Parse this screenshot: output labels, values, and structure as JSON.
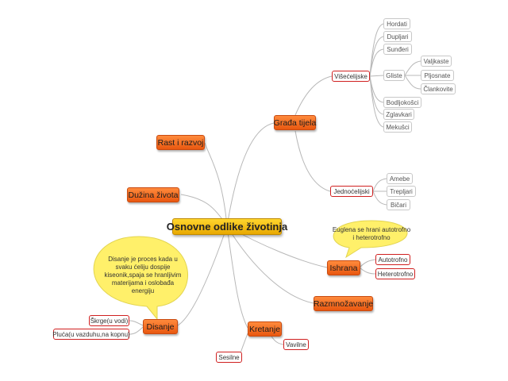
{
  "root": "Osnovne odlike životinja",
  "main": {
    "grada": "Građa tijela",
    "rast": "Rast i razvoj",
    "duzina": "Dužina života",
    "ishrana": "Ishrana",
    "razmnozavanje": "Razmnožavanje",
    "kretanje": "Kretanje",
    "disanje": "Disanje"
  },
  "grada": {
    "visecelijske": "Višećelijske",
    "jednocelijski": "Jednoćelijski",
    "hordati": "Hordati",
    "dupljari": "Dupljari",
    "sunderi": "Sunđeri",
    "gliste": "Gliste",
    "valjkaste": "Valjkaste",
    "pljosnate": "Pljosnate",
    "clankovite": "Člankovite",
    "bodljokosci": "Bodljokošci",
    "zglavkari": "Zglavkari",
    "mekusci": "Mekušci",
    "amebe": "Amebe",
    "trepljari": "Trepljari",
    "bicari": "Bičari"
  },
  "ishrana": {
    "callout": "Euglena se hrani autotrofno i heterotrofno",
    "autotrofno": "Autotrofno",
    "heterotrofno": "Heterotrofno"
  },
  "kretanje": {
    "vavilne": "Vavilne",
    "sesilne": "Sesilne"
  },
  "disanje": {
    "callout": "Disanje je proces kada u svaku ćeliju dospije kiseonik,spaja se hranljivim materijama i oslobađa energiju",
    "skrge": "Škrge(u vodi)",
    "pluca": "Pluća(u vazduhu,na kopnu)"
  }
}
